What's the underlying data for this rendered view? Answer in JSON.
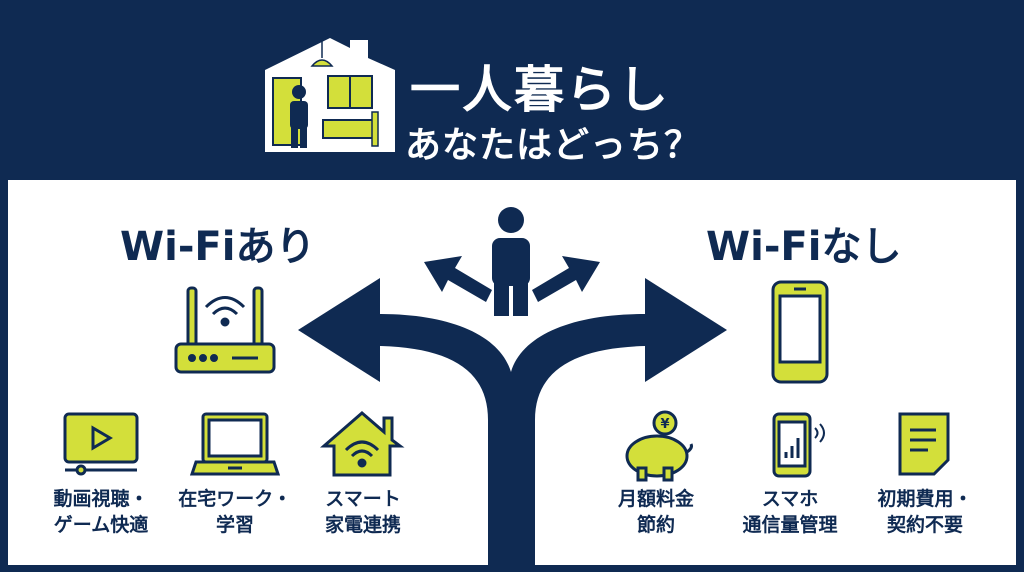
{
  "header": {
    "title_line1": "一人暮らし",
    "title_line2": "あなたはどっち？"
  },
  "left": {
    "heading": "Wi-Fiあり",
    "items": [
      {
        "icon": "video-player-icon",
        "line1": "動画視聴・",
        "line2": "ゲーム快適"
      },
      {
        "icon": "laptop-icon",
        "line1": "在宅ワーク・",
        "line2": "学習"
      },
      {
        "icon": "smart-home-icon",
        "line1": "スマート",
        "line2": "家電連携"
      }
    ]
  },
  "right": {
    "heading": "Wi-Fiなし",
    "items": [
      {
        "icon": "piggy-bank-icon",
        "line1": "月額料金",
        "line2": "節約",
        "coin_symbol": "¥"
      },
      {
        "icon": "smartphone-signal-icon",
        "line1": "スマホ",
        "line2": "通信量管理"
      },
      {
        "icon": "document-icon",
        "line1": "初期費用・",
        "line2": "契約不要"
      }
    ]
  },
  "colors": {
    "navy": "#0f2a52",
    "lime": "#d3df3a",
    "white": "#ffffff"
  }
}
